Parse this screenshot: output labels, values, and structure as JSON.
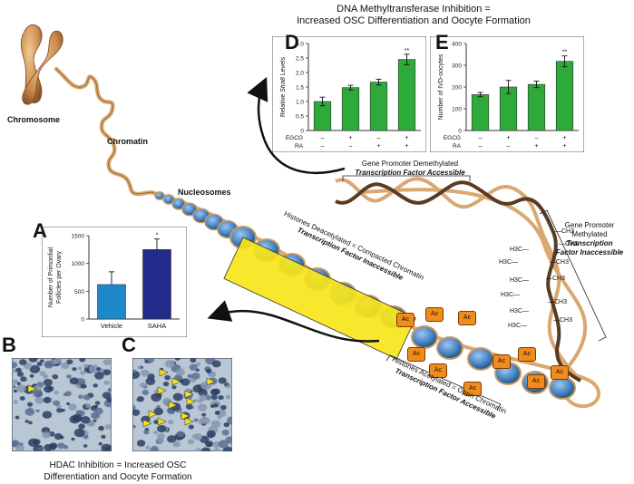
{
  "header": {
    "line1": "DNA Methyltransferase Inhibition =",
    "line2": "Increased OSC Differentiation and Oocyte Formation"
  },
  "footer": {
    "line1": "HDAC Inhibition = Increased OSC",
    "line2": "Differentiation and Oocyte Formation"
  },
  "labels": {
    "chromosome": "Chromosome",
    "chromatin": "Chromatin",
    "nucleosomes": "Nucleosomes",
    "demethylated_line1": "Gene Promoter Demethylated",
    "demethylated_line2": "Transcription Factor Accessible",
    "methylated_line1": "Gene Promoter Methylated",
    "methylated_line2": "Transcription",
    "methylated_line3": "Factor Inaccessible",
    "deacetylated_line1": "Histones Deacetylated = Compacted Chromatin",
    "deacetylated_line2": "Transcription Factor Inaccessible",
    "acetylated_line1": "Histones Acetylated = Open Chromatin",
    "acetylated_line2": "Transcription Factor Accessible",
    "ac": "Ac",
    "methyl_left": "H3C",
    "methyl_right": "CH3"
  },
  "panels": {
    "A": "A",
    "B": "B",
    "C": "C",
    "D": "D",
    "E": "E"
  },
  "chart_data": [
    {
      "panel": "A",
      "type": "bar",
      "categories": [
        "Vehicle",
        "SAHA"
      ],
      "values": [
        620,
        1250
      ],
      "errors": [
        230,
        190
      ],
      "significance": [
        "",
        "*"
      ],
      "colors": [
        "#1e88c8",
        "#232b8a"
      ],
      "ylabel_line1": "Number of Primordial",
      "ylabel_line2": "Follicles per Ovary",
      "yticks": [
        "0",
        "500",
        "1000",
        "1500"
      ],
      "ylim": [
        0,
        1500
      ]
    },
    {
      "panel": "D",
      "type": "bar",
      "categories": [
        "1",
        "2",
        "3",
        "4"
      ],
      "values": [
        1.0,
        1.48,
        1.67,
        2.45
      ],
      "errors": [
        0.15,
        0.08,
        0.1,
        0.18
      ],
      "significance": [
        "",
        "",
        "",
        "**"
      ],
      "color": "#2eaa3a",
      "ylabel_prefix": "Relative ",
      "ylabel_italic": "Stra8",
      "ylabel_suffix": " Levels",
      "yticks": [
        "0",
        "0.5",
        "1.0",
        "1.5",
        "2.0",
        "2.5",
        "3.0"
      ],
      "ylim": [
        0,
        3.0
      ],
      "treatment_rows": [
        {
          "label": "EGCG",
          "values": [
            "–",
            "+",
            "–",
            "+"
          ]
        },
        {
          "label": "RA",
          "values": [
            "–",
            "–",
            "+",
            "+"
          ]
        }
      ]
    },
    {
      "panel": "E",
      "type": "bar",
      "categories": [
        "1",
        "2",
        "3",
        "4"
      ],
      "values": [
        165,
        200,
        212,
        318
      ],
      "errors": [
        10,
        30,
        15,
        25
      ],
      "significance": [
        "",
        "",
        "",
        "**"
      ],
      "color": "#2eaa3a",
      "ylabel": "Number of IVD-oocytes",
      "yticks": [
        "0",
        "100",
        "200",
        "300",
        "400"
      ],
      "ylim": [
        0,
        400
      ],
      "treatment_rows": [
        {
          "label": "EGCG",
          "values": [
            "–",
            "+",
            "–",
            "+"
          ]
        },
        {
          "label": "RA",
          "values": [
            "–",
            "–",
            "+",
            "+"
          ]
        }
      ]
    }
  ]
}
